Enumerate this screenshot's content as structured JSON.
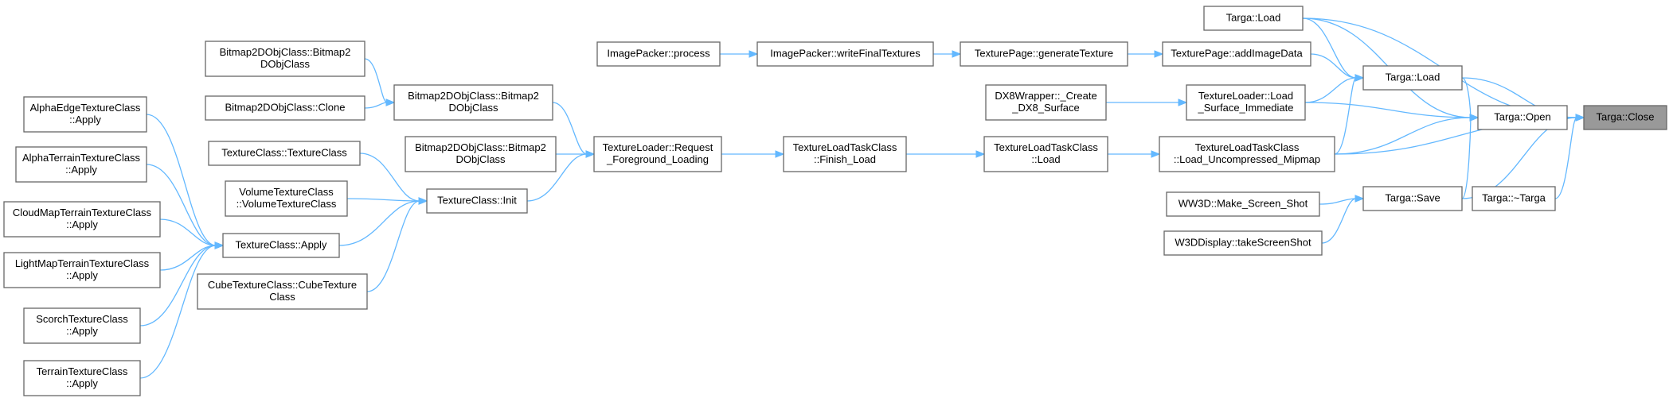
{
  "diagram": {
    "type": "call-graph",
    "root": "close",
    "colors": {
      "edge": "#63b8ff",
      "node_border": "#666666",
      "node_fill": "#ffffff",
      "root_fill": "#999999"
    },
    "nodes": [
      {
        "id": "close",
        "lines": [
          "Targa::Close"
        ]
      },
      {
        "id": "tload_top",
        "lines": [
          "Targa::Load"
        ]
      },
      {
        "id": "tload_mid",
        "lines": [
          "Targa::Load"
        ]
      },
      {
        "id": "topen",
        "lines": [
          "Targa::Open"
        ]
      },
      {
        "id": "tsave",
        "lines": [
          "Targa::Save"
        ]
      },
      {
        "id": "tdtor",
        "lines": [
          "Targa::~Targa"
        ]
      },
      {
        "id": "addimg",
        "lines": [
          "TexturePage::addImageData"
        ]
      },
      {
        "id": "gentex",
        "lines": [
          "TexturePage::generateTexture"
        ]
      },
      {
        "id": "writefinal",
        "lines": [
          "ImagePacker::writeFinalTextures"
        ]
      },
      {
        "id": "process",
        "lines": [
          "ImagePacker::process"
        ]
      },
      {
        "id": "surfimm",
        "lines": [
          "TextureLoader::Load",
          "_Surface_Immediate"
        ]
      },
      {
        "id": "dx8",
        "lines": [
          "DX8Wrapper::_Create",
          "_DX8_Surface"
        ]
      },
      {
        "id": "uncomp",
        "lines": [
          "TextureLoadTaskClass",
          "::Load_Uncompressed_Mipmap"
        ]
      },
      {
        "id": "tltload",
        "lines": [
          "TextureLoadTaskClass",
          "::Load"
        ]
      },
      {
        "id": "finish",
        "lines": [
          "TextureLoadTaskClass",
          "::Finish_Load"
        ]
      },
      {
        "id": "request",
        "lines": [
          "TextureLoader::Request",
          "_Foreground_Loading"
        ]
      },
      {
        "id": "b2d_a",
        "lines": [
          "Bitmap2DObjClass::Bitmap2",
          "DObjClass"
        ]
      },
      {
        "id": "b2d_b",
        "lines": [
          "Bitmap2DObjClass::Bitmap2",
          "DObjClass"
        ]
      },
      {
        "id": "b2d_c",
        "lines": [
          "Bitmap2DObjClass::Bitmap2",
          "DObjClass"
        ]
      },
      {
        "id": "b2dclone",
        "lines": [
          "Bitmap2DObjClass::Clone"
        ]
      },
      {
        "id": "texinit",
        "lines": [
          "TextureClass::Init"
        ]
      },
      {
        "id": "texctor",
        "lines": [
          "TextureClass::TextureClass"
        ]
      },
      {
        "id": "volctor",
        "lines": [
          "VolumeTextureClass",
          "::VolumeTextureClass"
        ]
      },
      {
        "id": "cubector",
        "lines": [
          "CubeTextureClass::CubeTexture",
          "Class"
        ]
      },
      {
        "id": "texapply",
        "lines": [
          "TextureClass::Apply"
        ]
      },
      {
        "id": "alphaedge",
        "lines": [
          "AlphaEdgeTextureClass",
          "::Apply"
        ]
      },
      {
        "id": "alphaterrain",
        "lines": [
          "AlphaTerrainTextureClass",
          "::Apply"
        ]
      },
      {
        "id": "cloudmap",
        "lines": [
          "CloudMapTerrainTextureClass",
          "::Apply"
        ]
      },
      {
        "id": "lightmap",
        "lines": [
          "LightMapTerrainTextureClass",
          "::Apply"
        ]
      },
      {
        "id": "scorch",
        "lines": [
          "ScorchTextureClass",
          "::Apply"
        ]
      },
      {
        "id": "terrain",
        "lines": [
          "TerrainTextureClass",
          "::Apply"
        ]
      },
      {
        "id": "screenshot",
        "lines": [
          "WW3D::Make_Screen_Shot"
        ]
      },
      {
        "id": "takeshot",
        "lines": [
          "W3DDisplay::takeScreenShot"
        ]
      }
    ],
    "edges": [
      {
        "from": "tload_top",
        "to": "close"
      },
      {
        "from": "tload_mid",
        "to": "close"
      },
      {
        "from": "topen",
        "to": "close"
      },
      {
        "from": "tsave",
        "to": "close"
      },
      {
        "from": "tdtor",
        "to": "close"
      },
      {
        "from": "uncomp",
        "to": "close"
      },
      {
        "from": "tload_top",
        "to": "tload_mid"
      },
      {
        "from": "tload_top",
        "to": "topen"
      },
      {
        "from": "addimg",
        "to": "tload_mid"
      },
      {
        "from": "surfimm",
        "to": "tload_mid"
      },
      {
        "from": "uncomp",
        "to": "tload_mid"
      },
      {
        "from": "tload_mid",
        "to": "topen"
      },
      {
        "from": "surfimm",
        "to": "topen"
      },
      {
        "from": "uncomp",
        "to": "topen"
      },
      {
        "from": "tsave",
        "to": "topen"
      },
      {
        "from": "gentex",
        "to": "addimg"
      },
      {
        "from": "writefinal",
        "to": "gentex"
      },
      {
        "from": "process",
        "to": "writefinal"
      },
      {
        "from": "dx8",
        "to": "surfimm"
      },
      {
        "from": "tltload",
        "to": "uncomp"
      },
      {
        "from": "finish",
        "to": "tltload"
      },
      {
        "from": "request",
        "to": "finish"
      },
      {
        "from": "b2d_b",
        "to": "request"
      },
      {
        "from": "b2d_c",
        "to": "request"
      },
      {
        "from": "texinit",
        "to": "request"
      },
      {
        "from": "b2d_a",
        "to": "b2d_b"
      },
      {
        "from": "b2dclone",
        "to": "b2d_b"
      },
      {
        "from": "texctor",
        "to": "texinit"
      },
      {
        "from": "volctor",
        "to": "texinit"
      },
      {
        "from": "texapply",
        "to": "texinit"
      },
      {
        "from": "cubector",
        "to": "texinit"
      },
      {
        "from": "alphaedge",
        "to": "texapply"
      },
      {
        "from": "alphaterrain",
        "to": "texapply"
      },
      {
        "from": "cloudmap",
        "to": "texapply"
      },
      {
        "from": "lightmap",
        "to": "texapply"
      },
      {
        "from": "scorch",
        "to": "texapply"
      },
      {
        "from": "terrain",
        "to": "texapply"
      },
      {
        "from": "screenshot",
        "to": "tsave"
      },
      {
        "from": "takeshot",
        "to": "tsave"
      }
    ]
  }
}
